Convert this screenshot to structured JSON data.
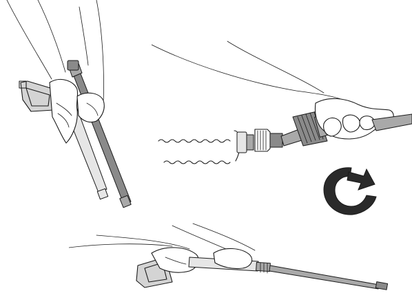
{
  "figure": {
    "panels": [
      {
        "id": "panel-insert-lance",
        "icon": "lance-into-gun-icon"
      },
      {
        "id": "panel-tighten-nozzle",
        "icon": "threaded-connection-icon"
      },
      {
        "id": "panel-assembled",
        "icon": "assembled-spray-gun-icon"
      }
    ],
    "rotation_icon": "clockwise-arrow-icon",
    "colors": {
      "line": "#1a1a1a",
      "grip": "#d4d4d4",
      "metal_dark": "#8a8a8a",
      "metal_mid": "#a9a9a9",
      "rotation_arrow": "#1a1a1a"
    }
  }
}
